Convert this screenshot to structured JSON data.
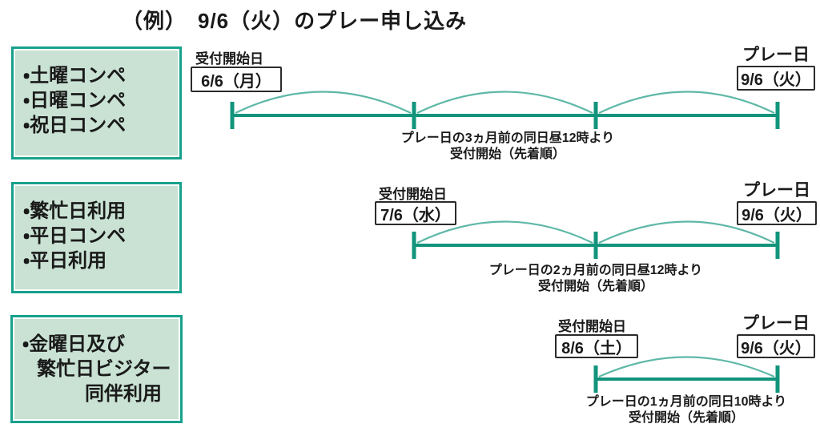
{
  "title": "（例）　9/6（火）のプレー申し込み",
  "colors": {
    "timeline_teal": "#12947c",
    "arc_teal": "#5fb8a7",
    "category_border": "#17a18c",
    "category_fill": "#c9e2d4",
    "date_box_border": "#2b2b2b"
  },
  "categories": [
    {
      "lines": [
        "・土曜コンペ",
        "・日曜コンペ",
        "・祝日コンペ"
      ]
    },
    {
      "lines": [
        "・繁忙日利用",
        "・平日コンペ",
        "・平日利用"
      ]
    },
    {
      "lines": [
        "・金曜日及び",
        "繁忙日ビジター",
        "同伴利用"
      ]
    }
  ],
  "timelines": [
    {
      "start_label": "受付開始日",
      "start_date": "6/6（月）",
      "end_label": "プレー日",
      "end_date": "9/6（火）",
      "caption": [
        "プレー日の3ヵ月前の同日昼12時より",
        "受付開始（先着順）"
      ],
      "months_before": 3
    },
    {
      "start_label": "受付開始日",
      "start_date": "7/6（水）",
      "end_label": "プレー日",
      "end_date": "9/6（火）",
      "caption": [
        "プレー日の2ヵ月前の同日昼12時より",
        "受付開始（先着順）"
      ],
      "months_before": 2
    },
    {
      "start_label": "受付開始日",
      "start_date": "8/6（土）",
      "end_label": "プレー日",
      "end_date": "9/6（火）",
      "caption": [
        "プレー日の1ヵ月前の同日10時より",
        "受付開始（先着順）"
      ],
      "months_before": 1
    }
  ]
}
